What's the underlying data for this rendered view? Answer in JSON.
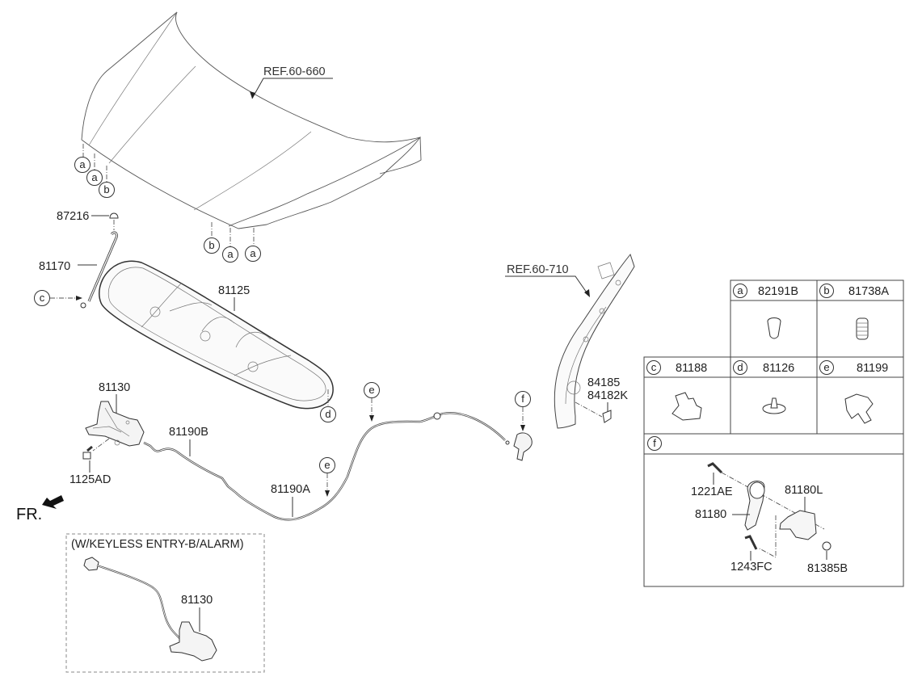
{
  "diagram": {
    "references": {
      "hood": "REF.60-660",
      "pillar": "REF.60-710"
    },
    "orientation_label": "FR.",
    "parts": {
      "hood_stay_clip": "87216",
      "hood_stay": "81170",
      "hood_insulator": "81125",
      "hood_latch": "81130",
      "latch_bolt": "1125AD",
      "release_cable_b": "81190B",
      "release_cable_a": "81190A",
      "pillar_part_1": "84185",
      "pillar_part_2": "84182K"
    },
    "callouts": {
      "a": "a",
      "b": "b",
      "c": "c",
      "d": "d",
      "e": "e",
      "f": "f"
    },
    "optional_box": {
      "title": "(W/KEYLESS ENTRY-B/ALARM)",
      "part": "81130"
    },
    "legend_table": {
      "cells": [
        {
          "key": "a",
          "part": "82191B"
        },
        {
          "key": "b",
          "part": "81738A"
        },
        {
          "key": "c",
          "part": "81188"
        },
        {
          "key": "d",
          "part": "81126"
        },
        {
          "key": "e",
          "part": "81199"
        }
      ],
      "detail_f": {
        "key": "f",
        "parts": {
          "bolt_top": "1221AE",
          "handle": "81180",
          "lever": "81180L",
          "bolt_bottom": "1243FC",
          "nut": "81385B"
        }
      }
    }
  }
}
